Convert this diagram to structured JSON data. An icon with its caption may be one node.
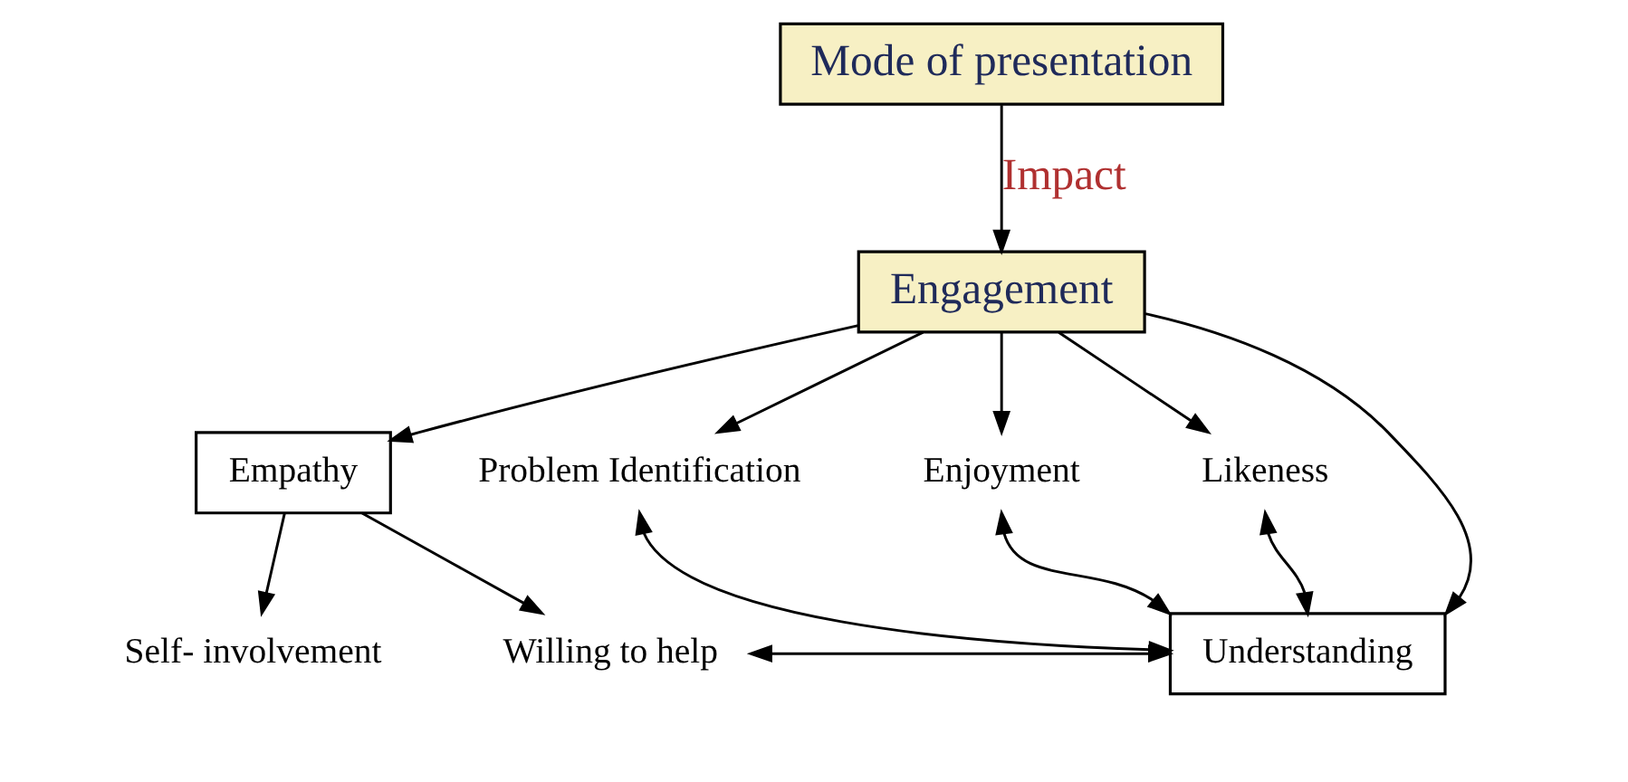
{
  "diagram": {
    "nodes": [
      {
        "text": [
          "Mode of presentation"
        ]
      },
      {
        "text": [
          "Engagement"
        ]
      },
      {
        "text": [
          "Empathy"
        ]
      },
      {
        "text": [
          "Problem Identification"
        ]
      },
      {
        "text": [
          "Enjoyment"
        ]
      },
      {
        "text": [
          "Likeness"
        ]
      },
      {
        "text": [
          "Understanding"
        ]
      },
      {
        "text": [
          "Self- involvement"
        ]
      },
      {
        "text": [
          "Willing to help"
        ]
      }
    ],
    "edges": [
      {
        "from": 0,
        "to": 1,
        "arrow": "to",
        "label": "Impact"
      },
      {
        "from": 1,
        "to": 2,
        "arrow": "to"
      },
      {
        "from": 1,
        "to": 3,
        "arrow": "to"
      },
      {
        "from": 1,
        "to": 4,
        "arrow": "to"
      },
      {
        "from": 1,
        "to": 5,
        "arrow": "to"
      },
      {
        "from": 1,
        "to": 6,
        "arrow": "to"
      },
      {
        "from": 2,
        "to": 7,
        "arrow": "to"
      },
      {
        "from": 2,
        "to": 8,
        "arrow": "to"
      },
      {
        "from": 6,
        "to": 5,
        "arrow": "both"
      },
      {
        "from": 6,
        "to": 4,
        "arrow": "both"
      },
      {
        "from": 6,
        "to": 3,
        "arrow": "both"
      },
      {
        "from": 6,
        "to": 8,
        "arrow": "both"
      }
    ]
  }
}
